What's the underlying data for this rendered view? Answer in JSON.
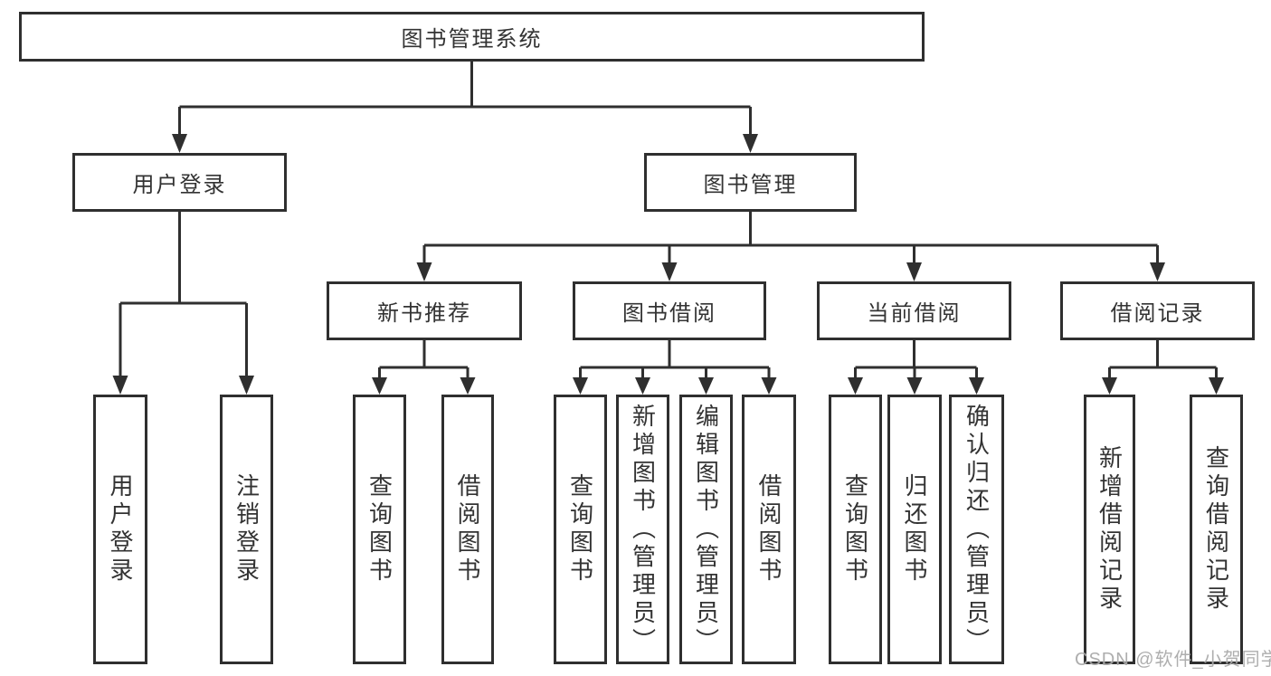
{
  "diagram": {
    "root": {
      "label": "图书管理系统"
    },
    "level2": [
      {
        "label": "用户登录"
      },
      {
        "label": "图书管理"
      }
    ],
    "level3": [
      {
        "label": "新书推荐"
      },
      {
        "label": "图书借阅"
      },
      {
        "label": "当前借阅"
      },
      {
        "label": "借阅记录"
      }
    ],
    "leaves": {
      "login": [
        "用户登录",
        "注销登录"
      ],
      "recommend": [
        "查询图书",
        "借阅图书"
      ],
      "borrow": [
        "查询图书",
        "新增图书（管理员）",
        "编辑图书（管理员）",
        "借阅图书"
      ],
      "current": [
        "查询图书",
        "归还图书",
        "确认归还（管理员）"
      ],
      "records": [
        "新增借阅记录",
        "查询借阅记录"
      ]
    }
  },
  "watermark": {
    "text": "CSDN @软件_小贺同学"
  },
  "colors": {
    "line": "#2f2f2f",
    "text": "#333333",
    "watermark": "#a0a0a0",
    "background": "#ffffff"
  }
}
